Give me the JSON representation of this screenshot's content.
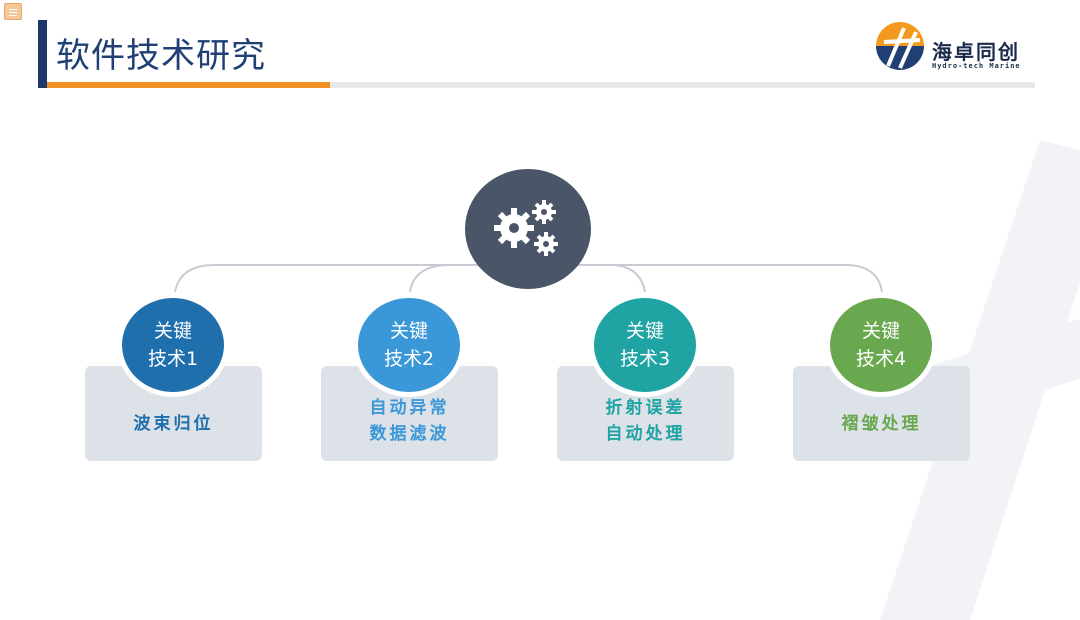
{
  "header": {
    "title": "软件技术研究",
    "note_icon": "comment-icon"
  },
  "logo": {
    "name_cn": "海卓同创",
    "name_en": "Hydro-tech Marine",
    "colors": {
      "orange": "#f39a1e",
      "navy": "#1f3f75"
    }
  },
  "hub": {
    "icon": "gears-icon",
    "color": "#4a5568"
  },
  "items": [
    {
      "line1": "关键",
      "line2": "技术1",
      "desc": [
        "波束归位"
      ],
      "color": "#1f6fad"
    },
    {
      "line1": "关键",
      "line2": "技术2",
      "desc": [
        "自动异常",
        "数据滤波"
      ],
      "color": "#3a98d8"
    },
    {
      "line1": "关键",
      "line2": "技术3",
      "desc": [
        "折射误差",
        "自动处理"
      ],
      "color": "#1fa3a3"
    },
    {
      "line1": "关键",
      "line2": "技术4",
      "desc": [
        "褶皱处理"
      ],
      "color": "#6aa84f"
    }
  ]
}
